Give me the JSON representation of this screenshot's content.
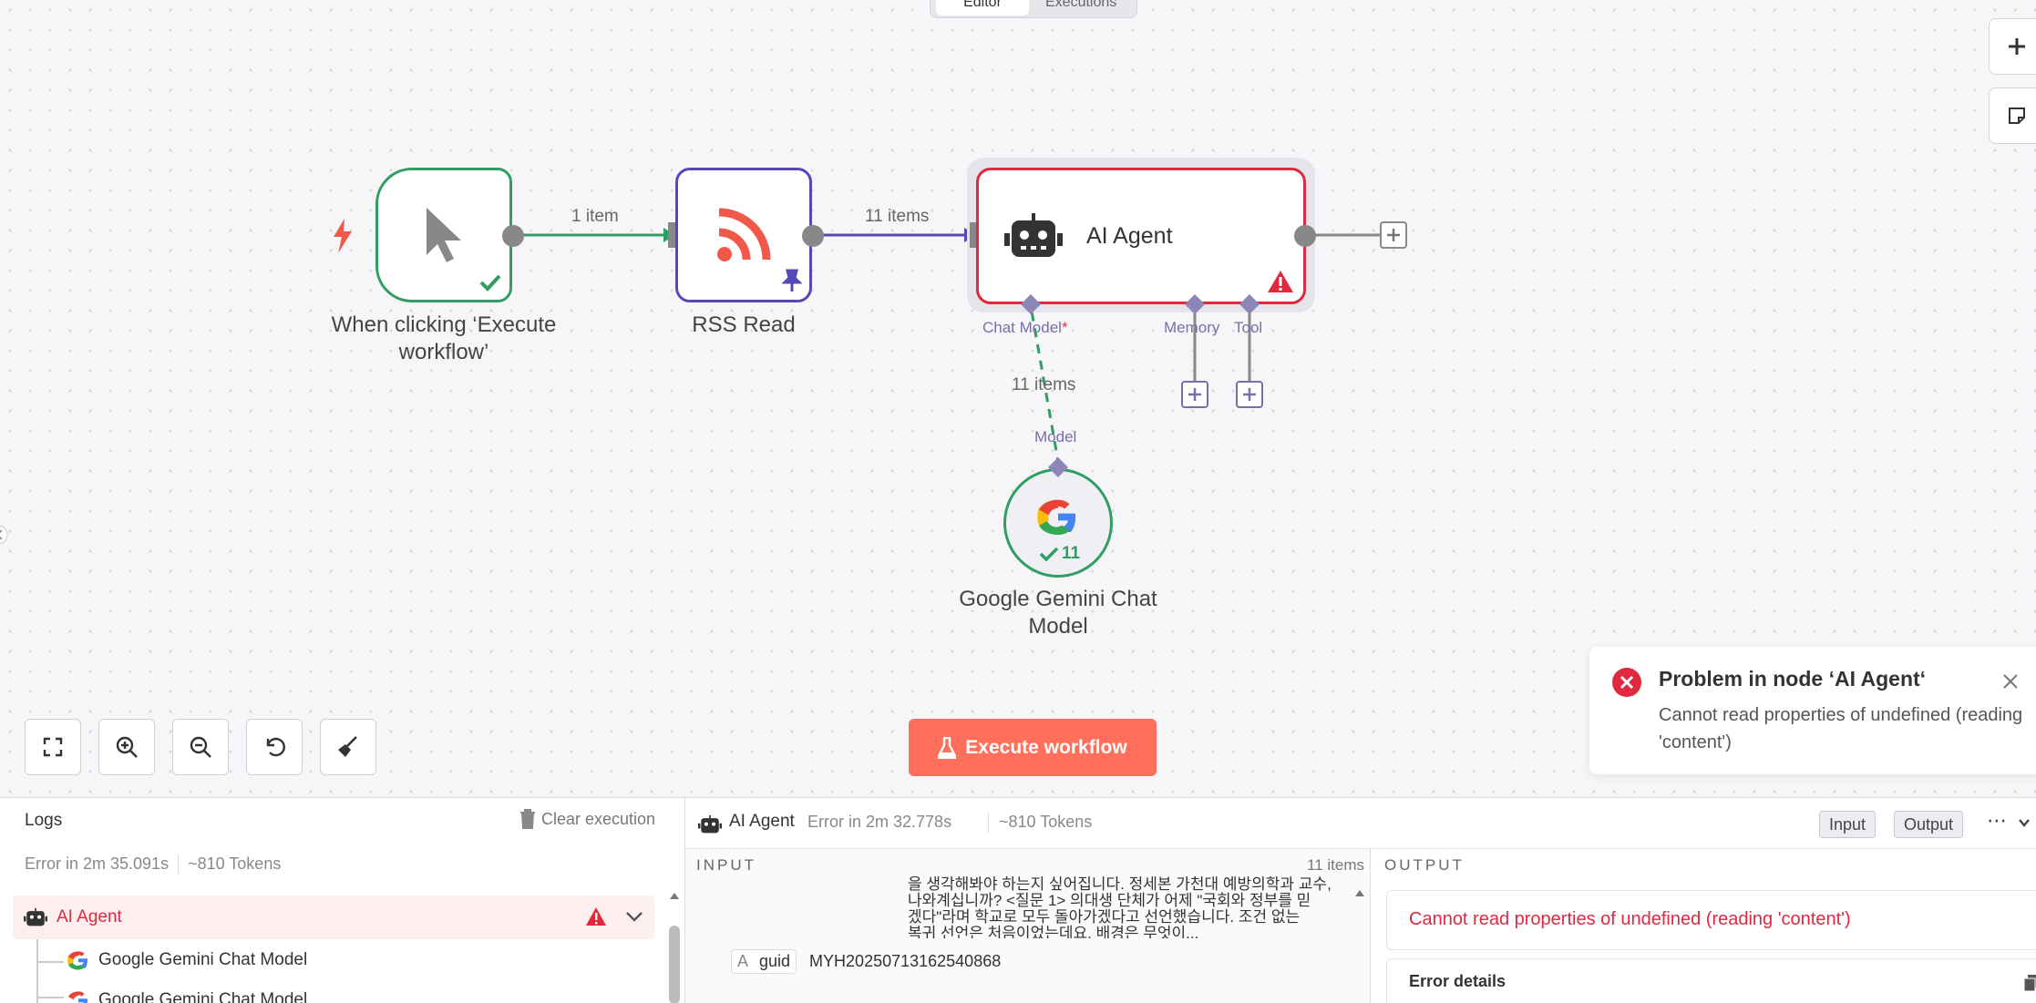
{
  "top_tabs": {
    "editor": "Editor",
    "executions": "Executions"
  },
  "nodes": {
    "trigger": {
      "label": "When clicking ‘Execute workflow’"
    },
    "rss": {
      "label": "RSS Read"
    },
    "agent": {
      "label": "AI Agent"
    },
    "gemini": {
      "label": "Google Gemini Chat Model",
      "count": "11"
    }
  },
  "edges": {
    "trigger_rss": "1 item",
    "rss_agent": "11 items",
    "model_agent": "11 items"
  },
  "ports": {
    "chat_model": "Chat Model",
    "required_mark": "*",
    "memory": "Memory",
    "tool": "Tool",
    "model": "Model"
  },
  "execute_button": {
    "label": "Execute workflow"
  },
  "toast": {
    "title": "Problem in node ‘AI Agent‘",
    "message": "Cannot read properties of undefined (reading 'content')"
  },
  "logs": {
    "title": "Logs",
    "clear": "Clear execution",
    "status": "Error in 2m 35.091s",
    "tokens": "~810 Tokens",
    "items": [
      {
        "label": "AI Agent"
      },
      {
        "label": "Google Gemini Chat Model"
      },
      {
        "label": "Google Gemini Chat Model"
      }
    ]
  },
  "agent_panel": {
    "name": "AI Agent",
    "status": "Error in 2m 32.778s",
    "tokens": "~810 Tokens",
    "input_btn": "Input",
    "output_btn": "Output",
    "more": "⋯"
  },
  "input_panel": {
    "title": "INPUT",
    "count": "11 items",
    "text_lines": [
      "을 생각해봐야 하는지 싶어집니다. 정세본 가천대 예방의학과 교수,",
      "나와계십니까? <질문 1> 의대생 단체가 어제 \"국회와 정부를 믿",
      "겠다\"라며 학교로 모두 돌아가겠다고 선언했습니다. 조건 없는",
      "복귀 선언은 처음이었는데요. 배경은 무엇이..."
    ],
    "field_type": "A",
    "field_name": "guid",
    "field_value": "MYH20250713162540868"
  },
  "output_panel": {
    "title": "OUTPUT",
    "error": "Cannot read properties of undefined (reading 'content')",
    "details": "Error details"
  },
  "colors": {
    "trigger_border": "#2f9e62",
    "rss_border": "#5548b8",
    "agent_border": "#e0283f",
    "gemini_border": "#2f9e62",
    "accent": "#ff6f5c",
    "error": "#e0283f",
    "edge_green": "#2f9e62",
    "edge_purple": "#5548b8"
  }
}
